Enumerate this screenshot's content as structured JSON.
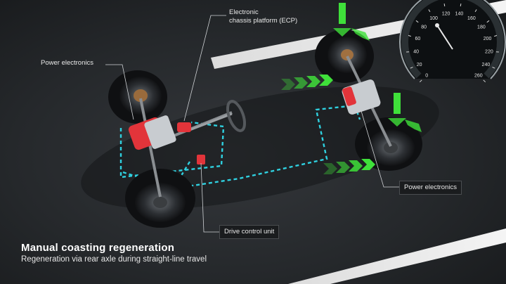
{
  "callouts": {
    "power_electronics_left": "Power electronics",
    "ecp_line1": "Electronic",
    "ecp_line2": "chassis platform (ECP)",
    "drive_control_unit": "Drive control unit",
    "power_electronics_right": "Power electronics"
  },
  "caption": {
    "title": "Manual coasting regeneration",
    "subtitle": "Regeneration via rear axle during straight-line travel"
  },
  "speedometer": {
    "tick_labels": [
      "0",
      "20",
      "40",
      "60",
      "80",
      "100",
      "120",
      "140",
      "160",
      "180",
      "200",
      "220",
      "240",
      "260"
    ],
    "max": 260
  },
  "colors": {
    "energy_flow": "#2fd1e0",
    "regen_arrows": "#3fe03a",
    "component_red": "#e2343a"
  }
}
